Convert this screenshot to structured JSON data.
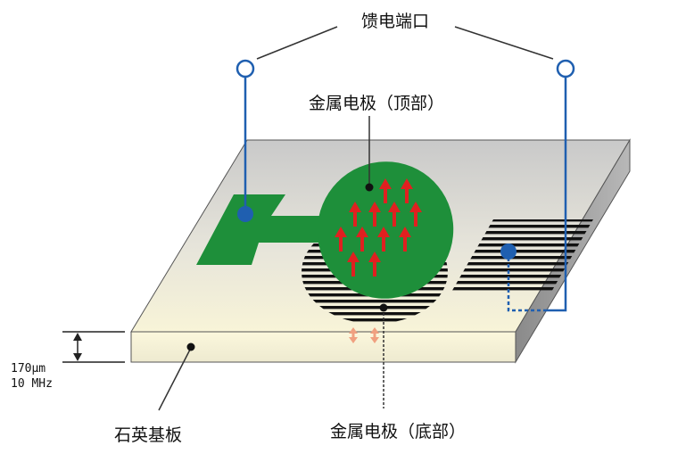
{
  "labels": {
    "feed_port": "馈电端口",
    "top_electrode": "金属电极（顶部）",
    "bottom_electrode": "金属电极（底部）",
    "substrate": "石英基板",
    "thickness": "170μm",
    "frequency": "10 MHz"
  },
  "colors": {
    "electrode_green": "#1e8f3a",
    "port_blue": "#1f5fb0",
    "arrow_red": "#e02020",
    "arrow_pink": "#f0a080"
  }
}
